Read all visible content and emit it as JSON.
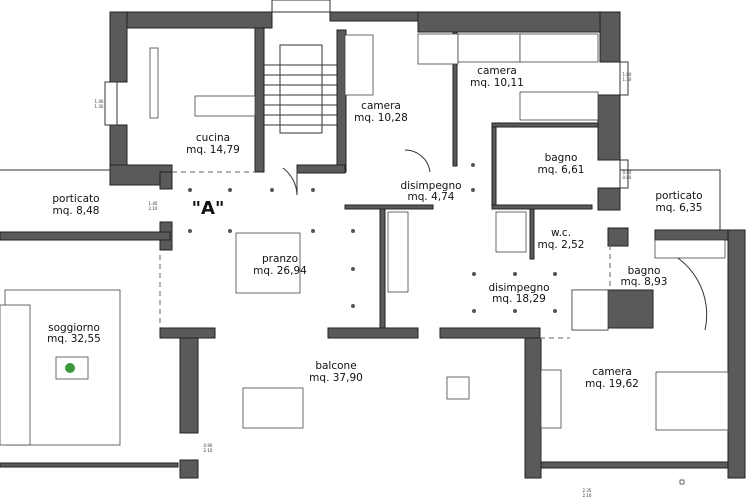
{
  "plan": {
    "unit_label": "\"A\"",
    "rooms": [
      {
        "id": "cucina",
        "name": "cucina",
        "area": "mq. 14,79"
      },
      {
        "id": "camera1",
        "name": "camera",
        "area": "mq. 10,28"
      },
      {
        "id": "camera2",
        "name": "camera",
        "area": "mq. 10,11"
      },
      {
        "id": "bagno1",
        "name": "bagno",
        "area": "mq. 6,61"
      },
      {
        "id": "disimpegno1",
        "name": "disimpegno",
        "area": "mq. 4,74"
      },
      {
        "id": "wc",
        "name": "w.c.",
        "area": "mq. 2,52"
      },
      {
        "id": "porticato1",
        "name": "porticato",
        "area": "mq. 8,48"
      },
      {
        "id": "porticato2",
        "name": "porticato",
        "area": "mq. 6,35"
      },
      {
        "id": "pranzo",
        "name": "pranzo",
        "area": "mq. 26,94"
      },
      {
        "id": "disimpegno2",
        "name": "disimpegno",
        "area": "mq. 18,29"
      },
      {
        "id": "bagno2",
        "name": "bagno",
        "area": "mq. 8,93"
      },
      {
        "id": "soggiorno",
        "name": "soggiorno",
        "area": "mq. 32,55"
      },
      {
        "id": "balcone",
        "name": "balcone",
        "area": "mq. 37,90"
      },
      {
        "id": "camera3",
        "name": "camera",
        "area": "mq. 19,62"
      }
    ],
    "dimensions": [
      {
        "top": "1.40",
        "bottom": "1.30"
      },
      {
        "top": "1.40",
        "bottom": "2.10"
      },
      {
        "top": "1.00",
        "bottom": "1.30"
      },
      {
        "top": "0.80",
        "bottom": "0.80"
      },
      {
        "top": "0.90",
        "bottom": "2.10"
      },
      {
        "top": "2.35",
        "bottom": "2.10"
      }
    ]
  }
}
